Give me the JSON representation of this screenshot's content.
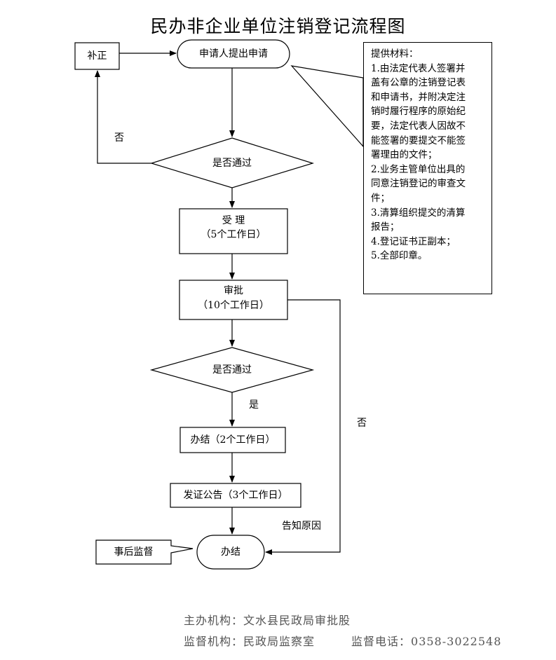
{
  "title": "民办非企业单位注销登记流程图",
  "nodes": {
    "buzheng": "补正",
    "apply": "申请人提出申请",
    "check1": "是否通过",
    "accept": "受 理",
    "accept_days": "（5个工作日）",
    "approve": "审批",
    "approve_days": "（10个工作日）",
    "check2": "是否通过",
    "finish_days": "办结（2个工作日）",
    "publish": "发证公告（3个工作日）",
    "done": "办结",
    "supervise": "事后监督"
  },
  "edges": {
    "no1": "否",
    "yes": "是",
    "no2": "否",
    "reason": "告知原因"
  },
  "materials": {
    "heading": "提供材料：",
    "lines": [
      "1.由法定代表人签署并",
      "盖有公章的注销登记表",
      "和申请书，并附决定注",
      "销时履行程序的原始纪",
      "要，法定代表人因故不",
      "能签署的要提交不能签",
      "署理由的文件；",
      "2.业务主管单位出具的",
      "同意注销登记的审查文",
      "件；",
      "3.清算组织提交的清算",
      "报告；",
      "4.登记证书正副本；",
      "5.全部印章。"
    ]
  },
  "footer": {
    "host_label": "主办机构：",
    "host": "文水县民政局审批股",
    "monitor_label": "监督机构：",
    "monitor": "民政局监察室",
    "phone_label": "监督电话：",
    "phone": "0358-3022548"
  }
}
